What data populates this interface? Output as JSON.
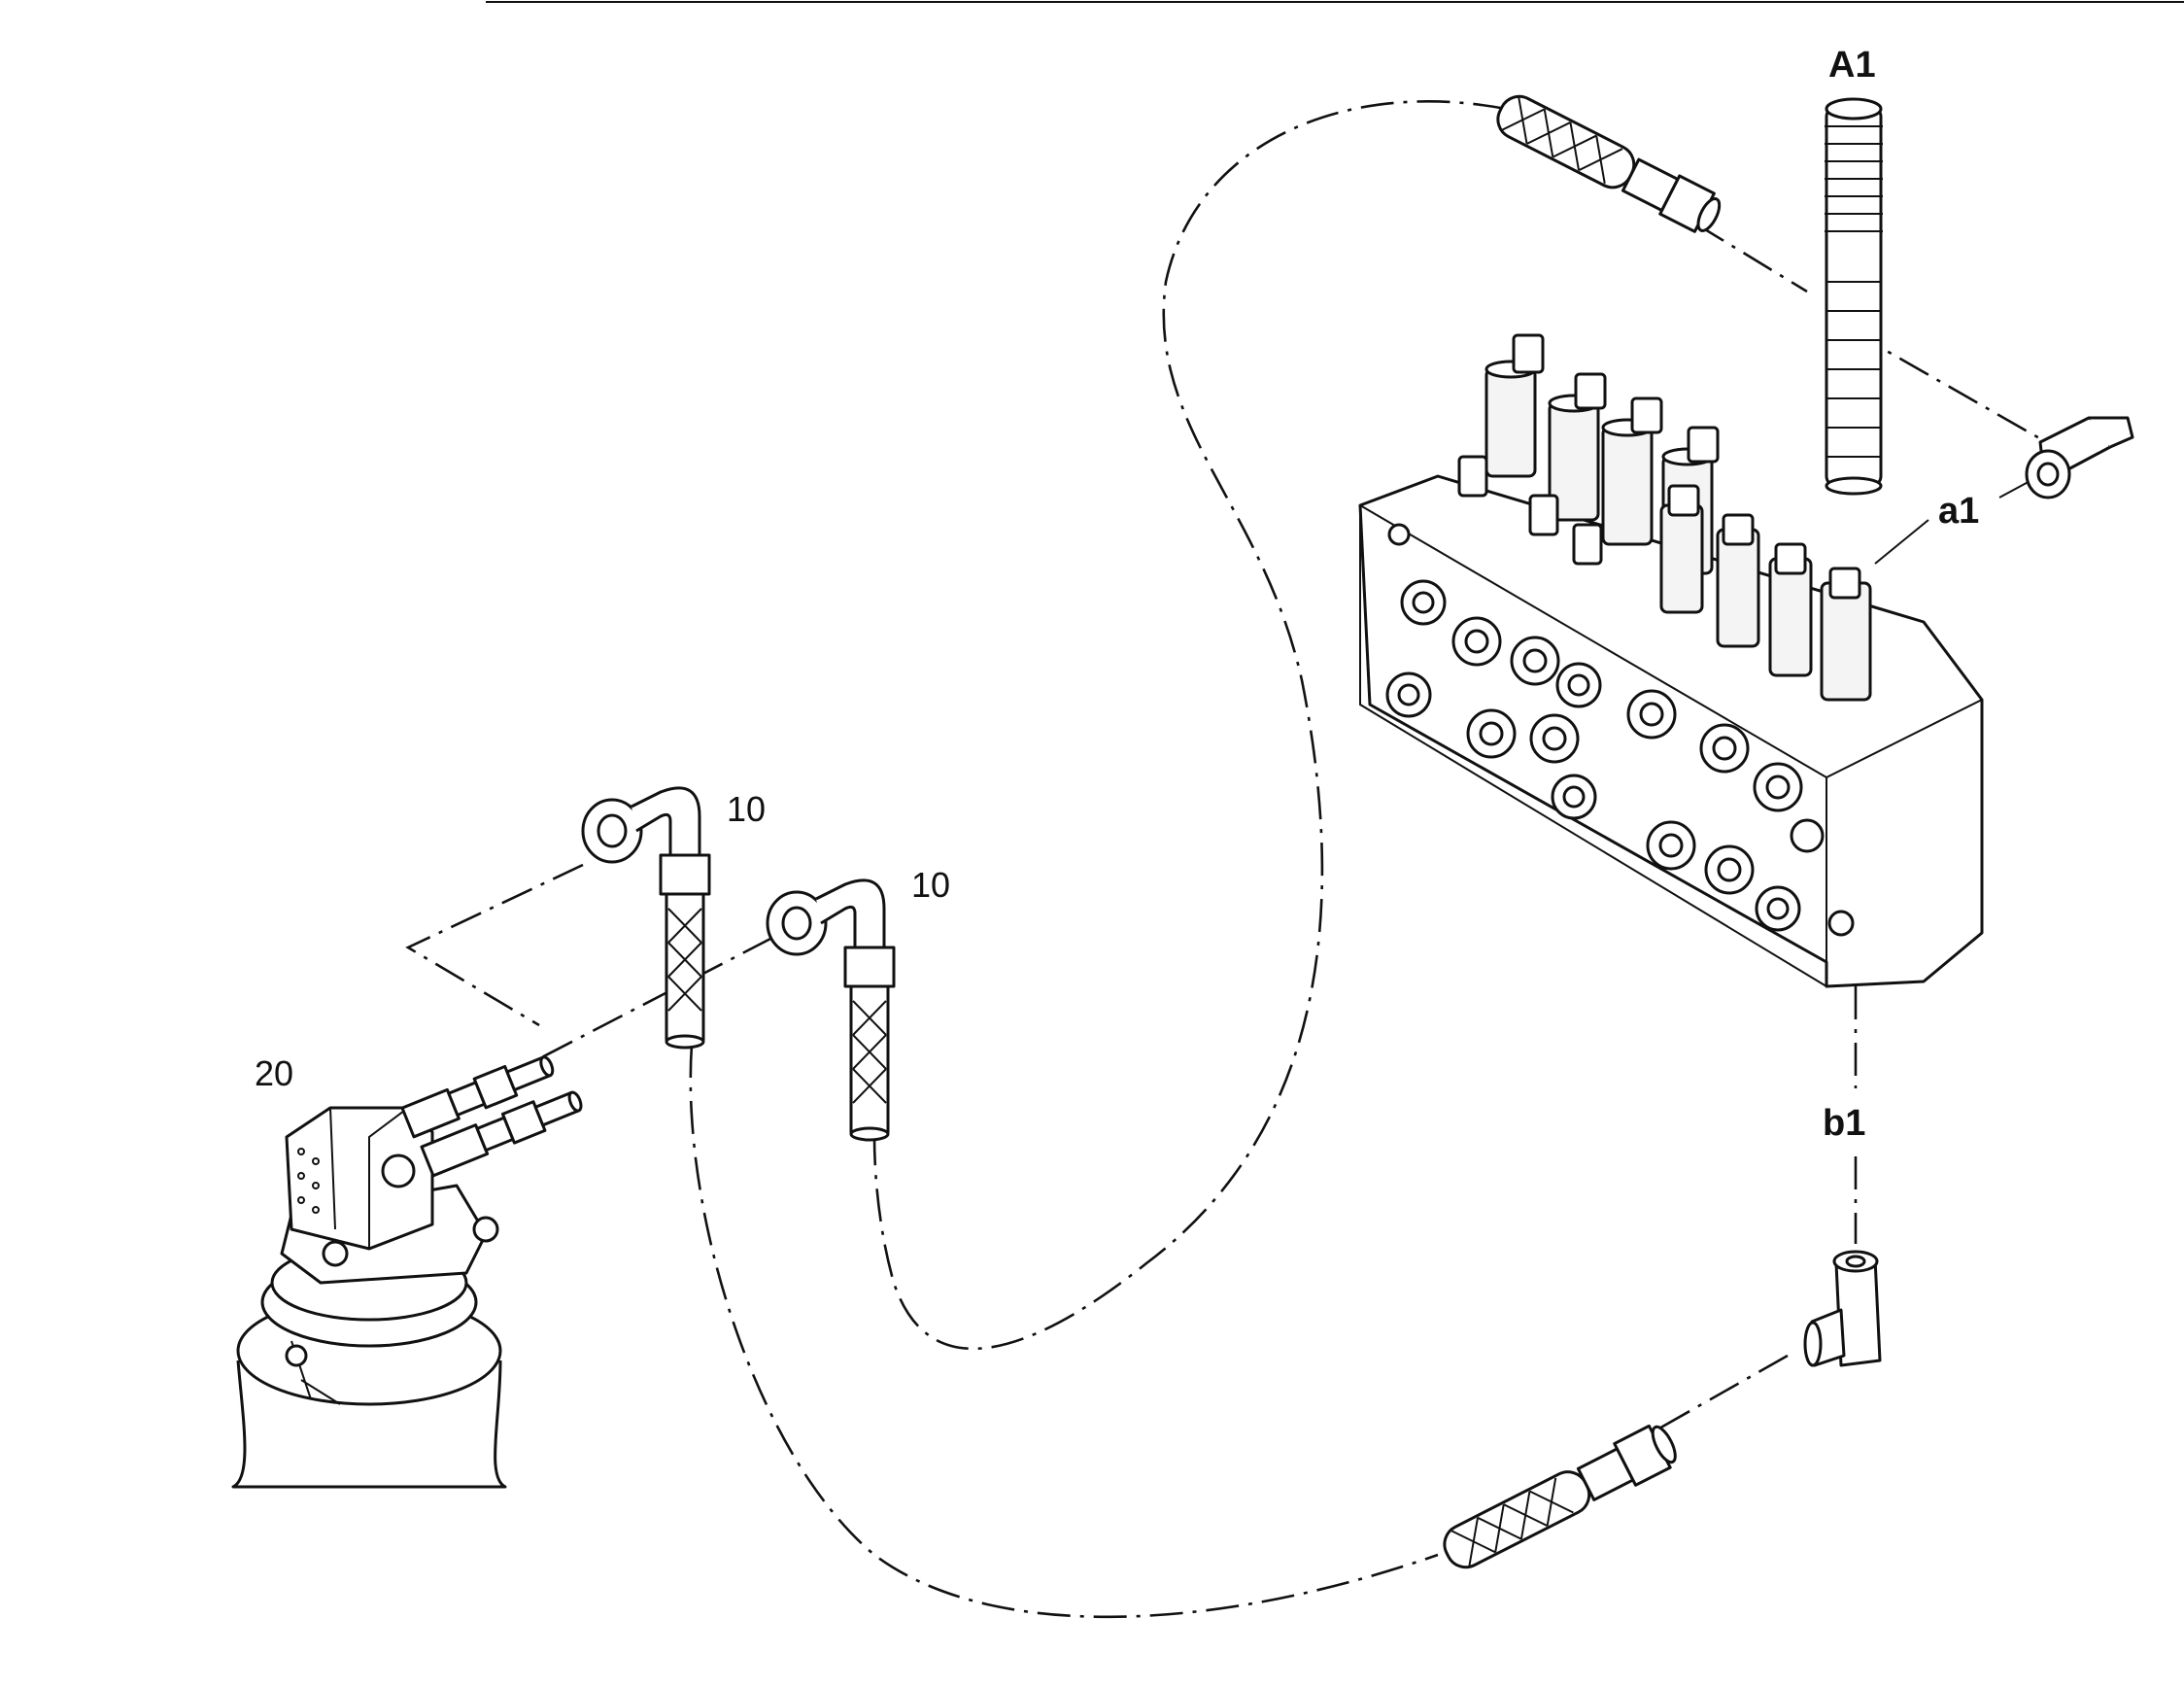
{
  "labels": {
    "A1": "A1",
    "a1": "a1",
    "b1": "b1",
    "hose_10_upper": "10",
    "hose_10_lower": "10",
    "part_20": "20"
  },
  "colors": {
    "ink": "#111111",
    "paper": "#ffffff"
  }
}
